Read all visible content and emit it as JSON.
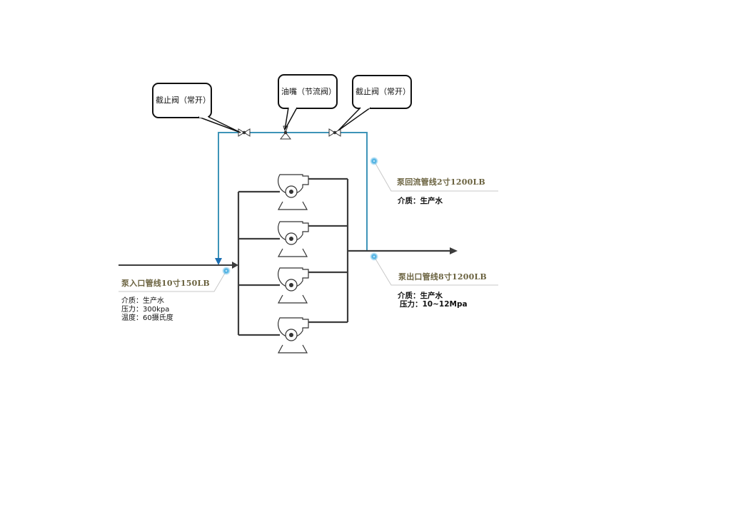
{
  "colors": {
    "pipe": "#3c3c3c",
    "return_pipe": "#3e94b8",
    "inlet_arrow": "#1b6fb3",
    "marker": "#39a9e0",
    "annotation_title": "#6b6340",
    "leader_line": "#c8c8c8"
  },
  "callouts": {
    "left_valve": "截止阀（常开）",
    "throttle": "油嘴（节流阀）",
    "right_valve": "截止阀（常开）"
  },
  "annotations": {
    "return_line": {
      "title": "泵回流管线2寸1200LB",
      "lines": [
        "介质：生产水"
      ]
    },
    "outlet_line": {
      "title": "泵出口管线8寸1200LB",
      "lines": [
        "介质：生产水",
        "压力：10~12Mpa"
      ]
    },
    "inlet_line": {
      "title": "泵入口管线10寸150LB",
      "lines": [
        "介质：生产水",
        "压力：300kpa",
        "温度：60摄氏度"
      ]
    }
  },
  "icons": {
    "valve": "gate-valve-icon",
    "throttle": "throttle-valve-icon",
    "pump": "centrifugal-pump-icon",
    "marker": "connection-point-icon"
  }
}
